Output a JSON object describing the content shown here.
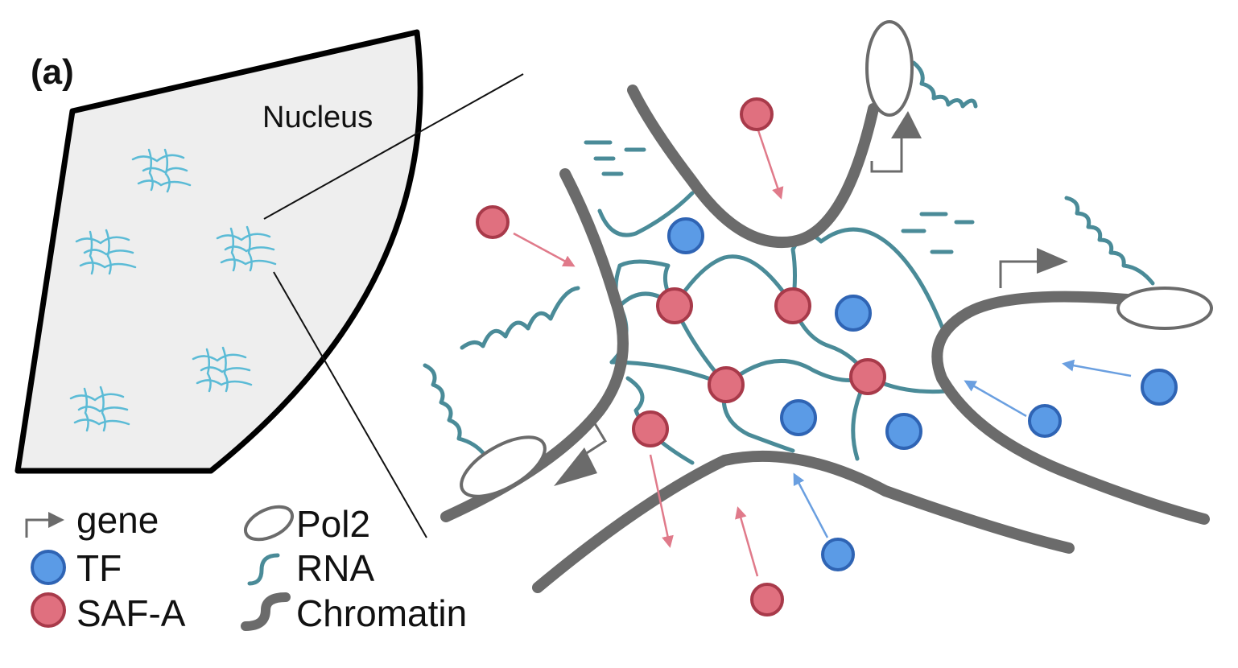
{
  "panel_label": "(a)",
  "nucleus_label": "Nucleus",
  "legend": {
    "gene": "gene",
    "tf": "TF",
    "saf_a": "SAF-A",
    "pol2": "Pol2",
    "rna": "RNA",
    "chromatin": "Chromatin"
  },
  "colors": {
    "nucleus_fill": "#eeeeee",
    "nucleus_outline": "#000000",
    "chromatin": "#6b6b6b",
    "rna": "#4a8b98",
    "rna_light": "#5bbbd6",
    "tf_fill": "#5b9be6",
    "tf_stroke": "#2f64b4",
    "saf_a_fill": "#e0707f",
    "saf_a_stroke": "#a83a4a",
    "saf_arrow": "#e07a8a",
    "tf_arrow": "#6a9fe0"
  }
}
